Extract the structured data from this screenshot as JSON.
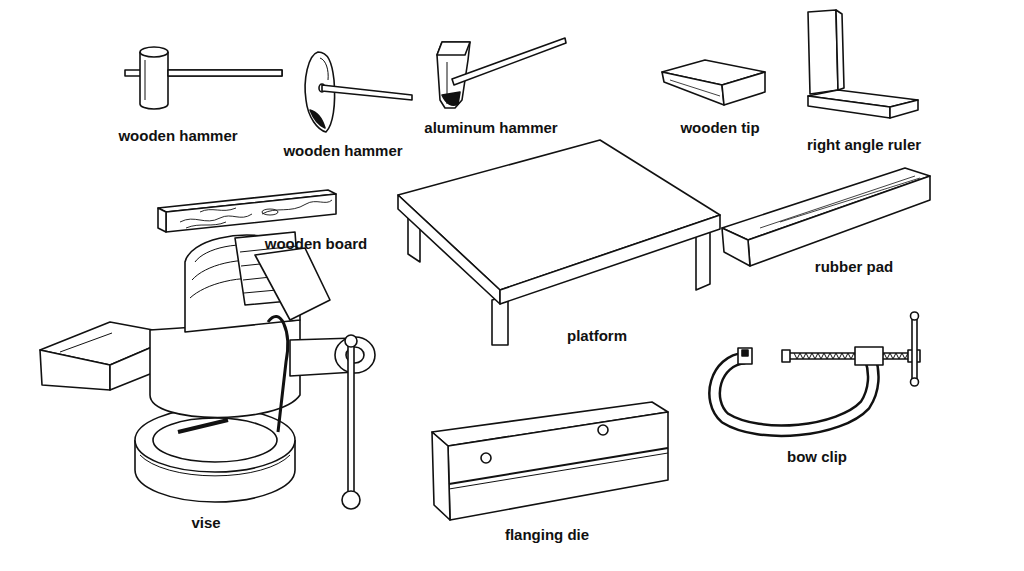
{
  "diagram": {
    "labels": [
      "wooden hammer",
      "wooden hammer",
      "aluminum hammer",
      "wooden tip",
      "right angle ruler",
      "wooden board",
      "rubber pad",
      "platform",
      "bow clip",
      "vise",
      "flanging die"
    ]
  }
}
